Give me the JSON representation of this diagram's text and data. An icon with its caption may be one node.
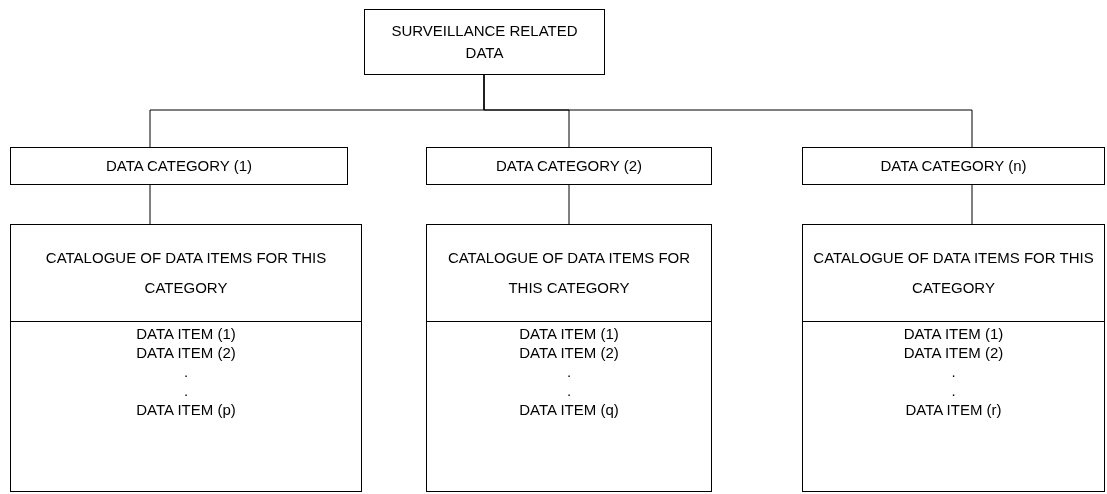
{
  "diagram": {
    "nodes": [
      {
        "text": [
          "SURVEILLANCE RELATED DATA"
        ]
      },
      {
        "text": [
          "DATA CATEGORY (1)"
        ]
      },
      {
        "text": [
          "DATA CATEGORY (2)"
        ]
      },
      {
        "text": [
          "DATA CATEGORY (n)"
        ]
      },
      {
        "text": [
          "CATALOGUE OF DATA ITEMS FOR THIS CATEGORY",
          "DATA ITEM (1)",
          "DATA ITEM (2)",
          ".",
          ".",
          "DATA ITEM (p)"
        ]
      },
      {
        "text": [
          "CATALOGUE OF DATA ITEMS FOR THIS CATEGORY",
          "DATA ITEM (1)",
          "DATA ITEM (2)",
          ".",
          ".",
          "DATA ITEM (q)"
        ]
      },
      {
        "text": [
          "CATALOGUE OF DATA ITEMS FOR THIS CATEGORY",
          "DATA ITEM (1)",
          "DATA ITEM (2)",
          ".",
          ".",
          "DATA ITEM (r)"
        ]
      }
    ],
    "edges": [
      {
        "from": 0,
        "to": 1,
        "arrow": "none"
      },
      {
        "from": 0,
        "to": 2,
        "arrow": "none"
      },
      {
        "from": 0,
        "to": 3,
        "arrow": "none"
      },
      {
        "from": 1,
        "to": 4,
        "arrow": "none"
      },
      {
        "from": 2,
        "to": 5,
        "arrow": "none"
      },
      {
        "from": 3,
        "to": 6,
        "arrow": "none"
      }
    ]
  }
}
